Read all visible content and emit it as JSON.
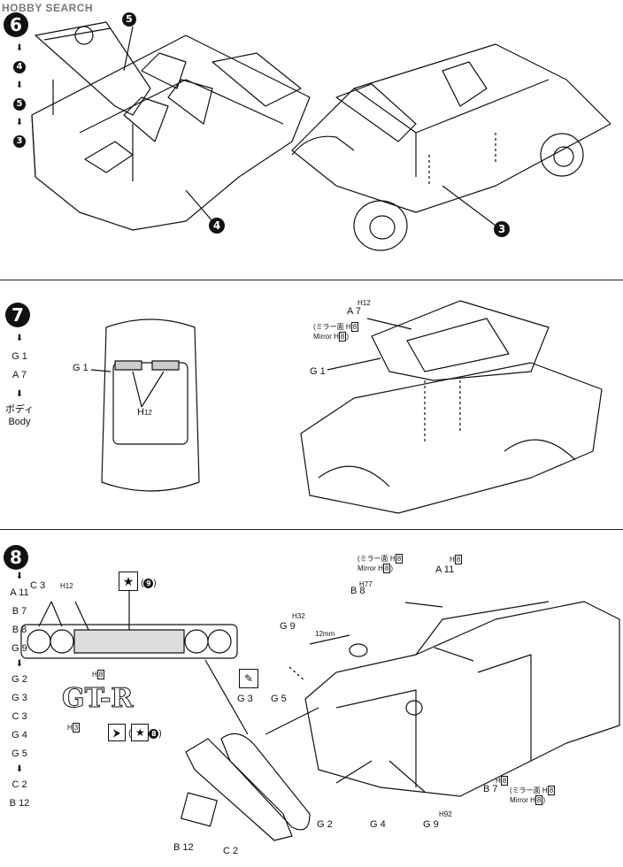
{
  "watermark": "HOBBY SEARCH",
  "step6": {
    "number": "6",
    "sequence": [
      "4",
      "5",
      "3"
    ],
    "callouts": [
      "4",
      "3",
      "5"
    ]
  },
  "step7": {
    "number": "7",
    "sequence": [
      "G 1",
      "A 7",
      "ボディ",
      "Body"
    ],
    "labels": {
      "g1_left": "G 1",
      "h12_inner": "H",
      "h12_inner_num": "12",
      "a7": "A 7",
      "a7_h": "H",
      "a7_h_num": "12",
      "mirror_jp": "ミラー面",
      "mirror_en": "Mirror",
      "h8": "8",
      "h": "H",
      "g1_right": "G 1"
    }
  },
  "step8": {
    "number": "8",
    "sequence": [
      "A 11",
      "B 7",
      "B 8",
      "G 9",
      "G 2",
      "G 3",
      "C 3",
      "G 4",
      "G 5",
      "C 2",
      "B 12"
    ],
    "labels": {
      "c3": "C 3",
      "h12": "12",
      "h": "H",
      "ref9": "9",
      "h8": "8",
      "gtr": "GT-R",
      "h3": "3",
      "ref8": "8",
      "mirror_jp": "ミラー面",
      "mirror_en": "Mirror",
      "a11": "A 11",
      "b8": "B 8",
      "h77": "77",
      "h32": "32",
      "g9_top": "G 9",
      "dim": "12mm",
      "g3": "G 3",
      "g5": "G 5",
      "b12": "B 12",
      "c2": "C 2",
      "g2": "G 2",
      "g4": "G 4",
      "g9_bot": "G 9",
      "h92": "92",
      "b7": "B 7"
    }
  }
}
